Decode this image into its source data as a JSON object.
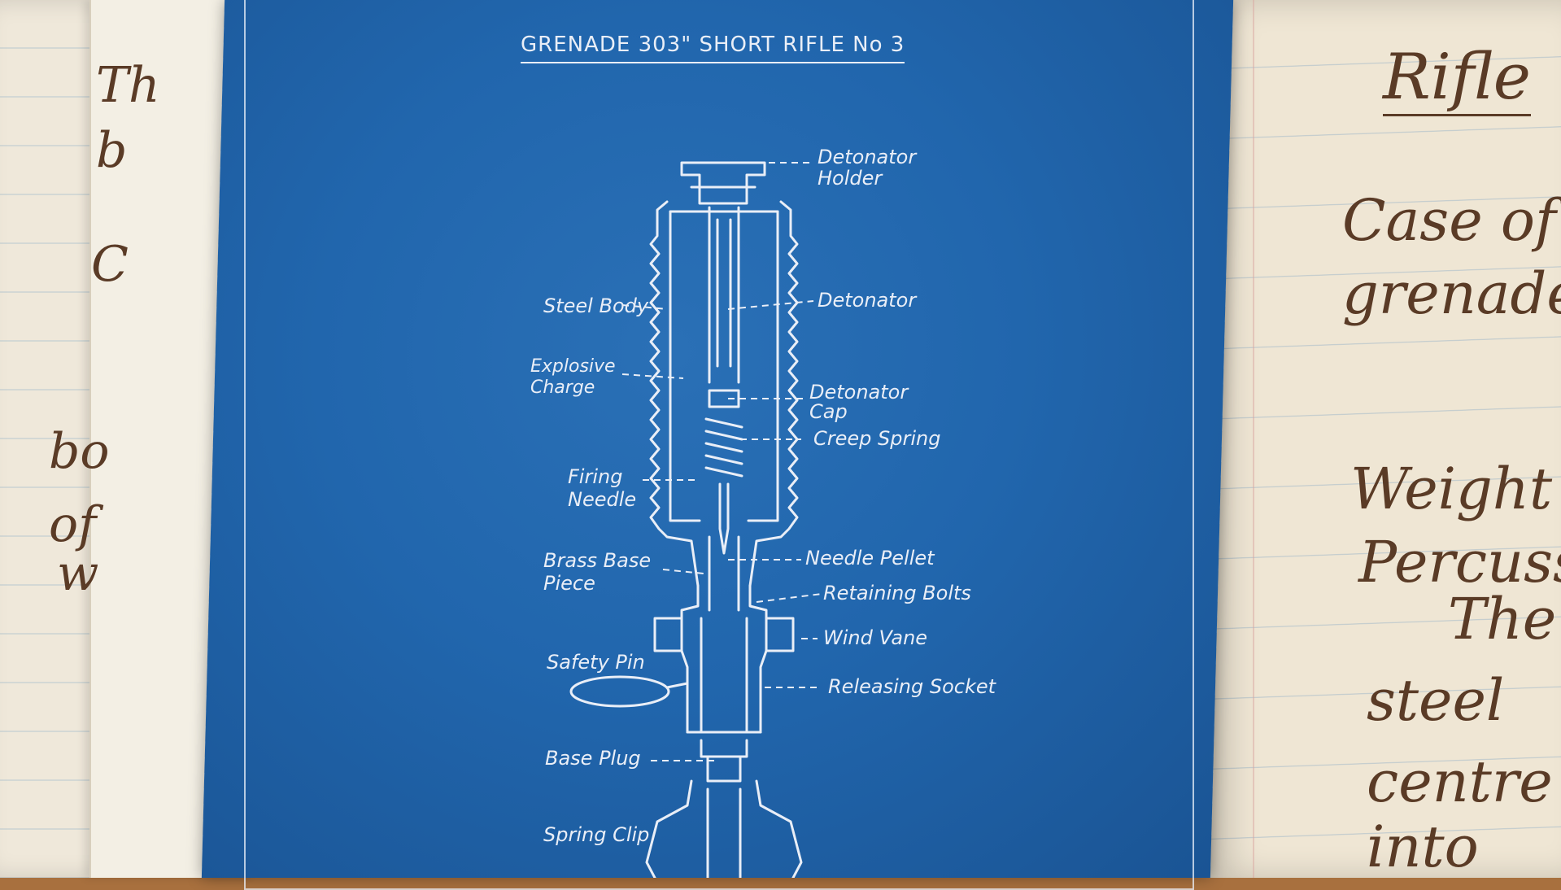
{
  "title": "GRENADE 303\" SHORT RIFLE No 3",
  "labels": {
    "detonator_holder": "Detonator\nHolder",
    "detonator": "Detonator",
    "steel_body": "Steel Body",
    "explosive_charge": "Explosive\nCharge",
    "detonator_cap": "Detonator\nCap",
    "creep_spring": "Creep Spring",
    "firing_needle": "Firing\nNeedle",
    "brass_base_piece": "Brass Base\nPiece",
    "needle_pellet": "Needle Pellet",
    "retaining_bolts": "Retaining Bolts",
    "wind_vane": "Wind Vane",
    "safety_pin": "Safety Pin",
    "releasing_socket": "Releasing Socket",
    "base_plug": "Base Plug",
    "spring_clip": "Spring Clip"
  },
  "notebook_right": [
    "Rifle",
    "Case of",
    "grenade",
    "Weight",
    "Percuss",
    "The",
    "steel",
    "centre",
    "into"
  ],
  "notebook_left": [
    "Th",
    "b",
    "C",
    "bo",
    "of",
    "w"
  ],
  "colors": {
    "blueprint": "#2166ad",
    "ink": "#e9eef7",
    "paper": "#efe6d4",
    "handwriting": "#5a3b26"
  }
}
